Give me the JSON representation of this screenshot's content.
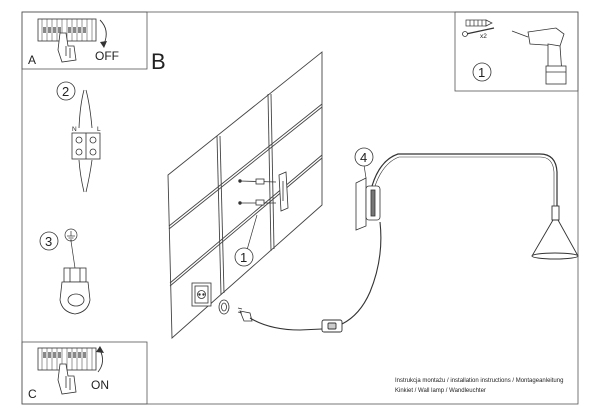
{
  "panels": {
    "a": {
      "letter": "A",
      "action": "OFF"
    },
    "b": {
      "letter": "B"
    },
    "c": {
      "letter": "C",
      "action": "ON"
    }
  },
  "steps": {
    "tools": "1",
    "wiring": "2",
    "earth": "3",
    "wall": "1",
    "hook": "4"
  },
  "wire_labels": {
    "left": "N",
    "right": "L"
  },
  "screw_count": "x2",
  "caption": {
    "line1": "Instrukcja montażu / installation instructions / Montageanleitung",
    "line2": "Kinkiet / Wall lamp / Wandleuchter"
  }
}
